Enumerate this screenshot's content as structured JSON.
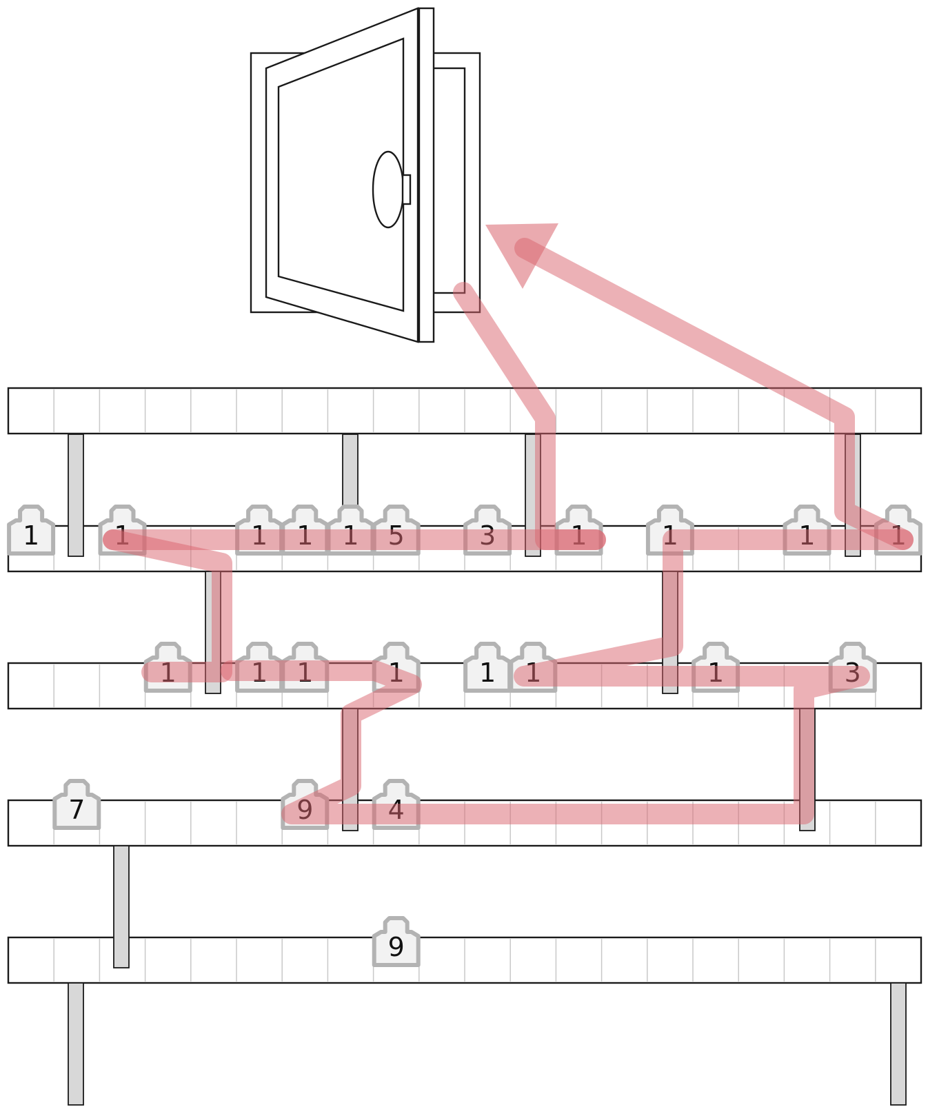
{
  "puzzle": {
    "exit_door": "door-icon",
    "route_color": "#d9646e",
    "shelves": [
      {
        "weights": [
          {
            "label": "1",
            "col": 0
          },
          {
            "label": "1",
            "col": 2
          },
          {
            "label": "1",
            "col": 5
          },
          {
            "label": "1",
            "col": 6
          },
          {
            "label": "1",
            "col": 7
          },
          {
            "label": "5",
            "col": 8
          },
          {
            "label": "3",
            "col": 10
          },
          {
            "label": "1",
            "col": 12
          },
          {
            "label": "1",
            "col": 14
          },
          {
            "label": "1",
            "col": 17
          },
          {
            "label": "1",
            "col": 19
          }
        ]
      },
      {
        "weights": [
          {
            "label": "1",
            "col": 3
          },
          {
            "label": "1",
            "col": 5
          },
          {
            "label": "1",
            "col": 6
          },
          {
            "label": "1",
            "col": 8
          },
          {
            "label": "1",
            "col": 10
          },
          {
            "label": "1",
            "col": 11
          },
          {
            "label": "1",
            "col": 15
          },
          {
            "label": "3",
            "col": 18
          }
        ]
      },
      {
        "weights": [
          {
            "label": "7",
            "col": 1
          },
          {
            "label": "9",
            "col": 6
          },
          {
            "label": "4",
            "col": 8
          }
        ]
      },
      {
        "weights": [
          {
            "label": "9",
            "col": 8
          }
        ]
      }
    ]
  }
}
